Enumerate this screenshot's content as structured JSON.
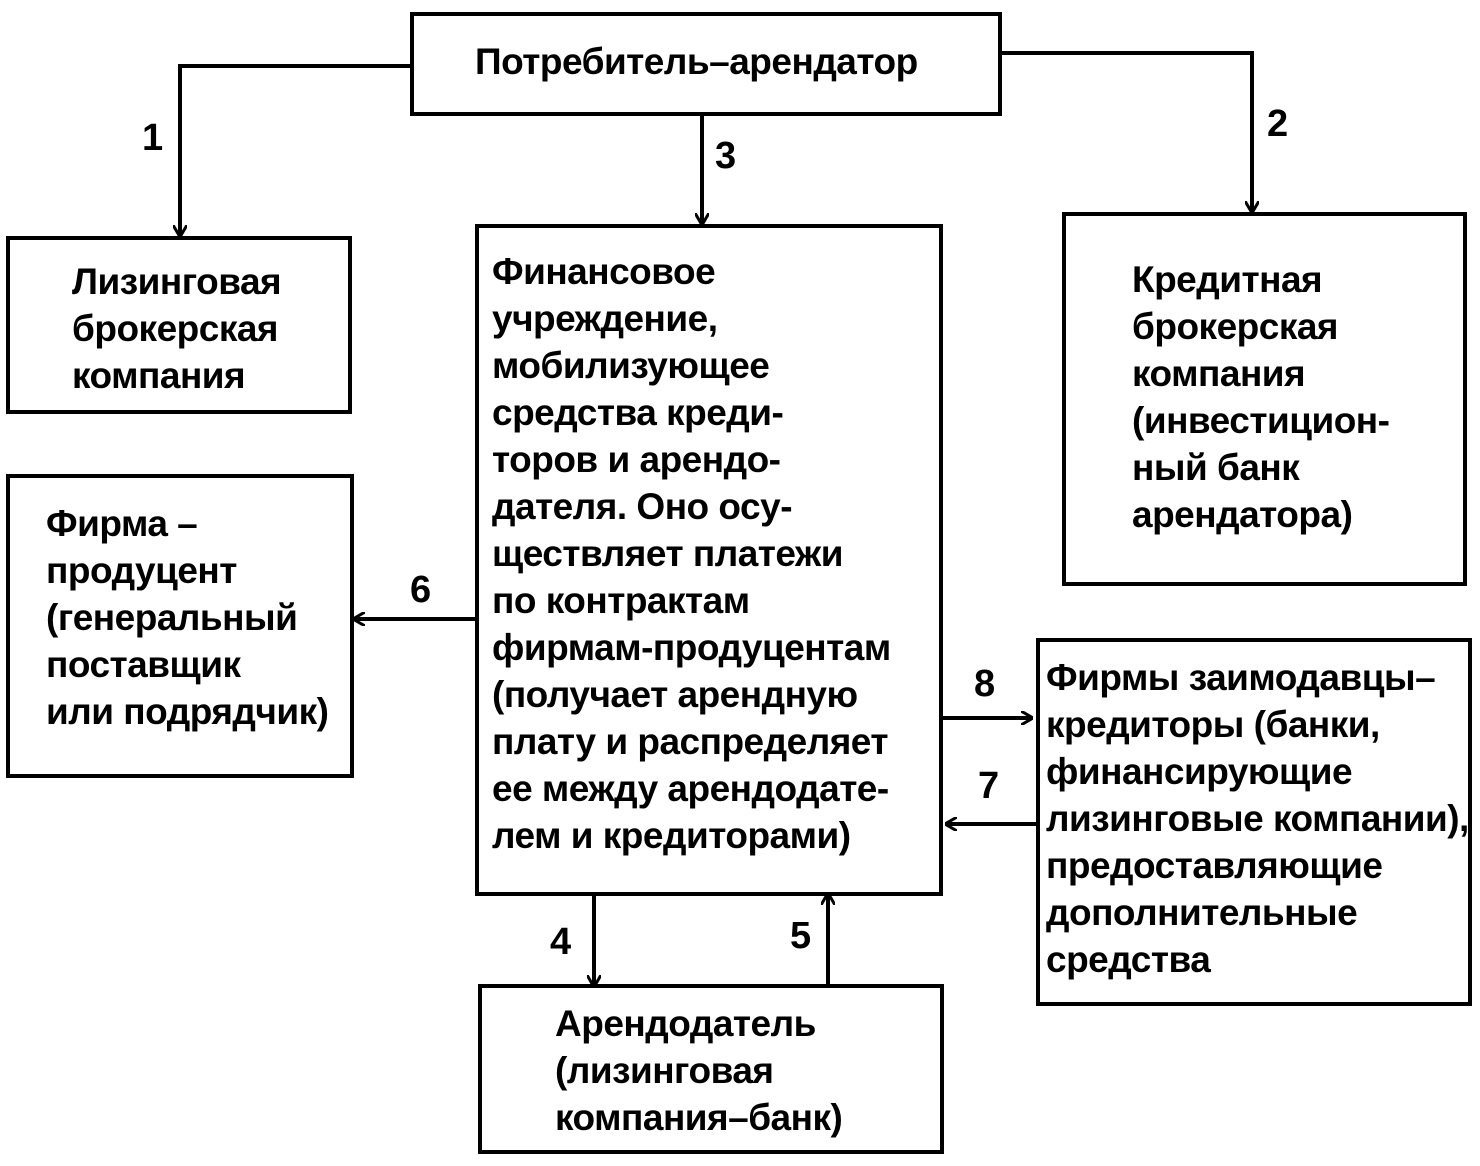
{
  "boxes": {
    "consumer": "Потребитель–арендатор",
    "leasing_broker": "Лизинговая\nброкерская\nкомпания",
    "financial_institution": "Финансовое\nучреждение,\nмобилизующее\nсредства креди-\nторов и арендо-\nдателя. Оно осу-\nществляет платежи\nпо контрактам\nфирмам-продуцентам\n(получает арендную\nплату и распределяет\nее между арендодате-\nлем и кредиторами)",
    "credit_broker": "Кредитная\nброкерская\nкомпания\n(инвестицион-\nный банк\nарендатора)",
    "producer": "Фирма –\nпродуцент\n(генеральный\nпоставщик\nили подрядчик)",
    "lenders": "Фирмы заимодавцы–\nкредиторы (банки,\nфинансирующие\nлизинговые компании),\nпредоставляющие\nдополнительные\nсредства",
    "lessor": "Арендодатель\n(лизинговая\nкомпания–банк)"
  },
  "arrow_labels": {
    "a1": "1",
    "a2": "2",
    "a3": "3",
    "a4": "4",
    "a5": "5",
    "a6": "6",
    "a7": "7",
    "a8": "8"
  }
}
